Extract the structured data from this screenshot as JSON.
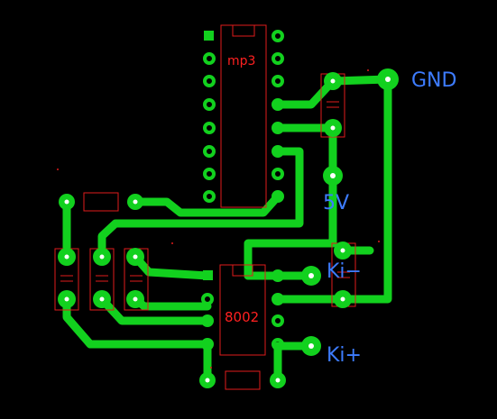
{
  "labels": {
    "gnd": "GND",
    "v5": "5V",
    "ki_minus": "Ki−",
    "ki_plus": "Ki+"
  },
  "components": {
    "mp3": "mp3",
    "amp": "8002"
  },
  "colors": {
    "background": "#000000",
    "trace": "#12d11e",
    "silkscreen": "#e01b1b",
    "pad_hole": "#ffffff",
    "label": "#3d7cff"
  }
}
